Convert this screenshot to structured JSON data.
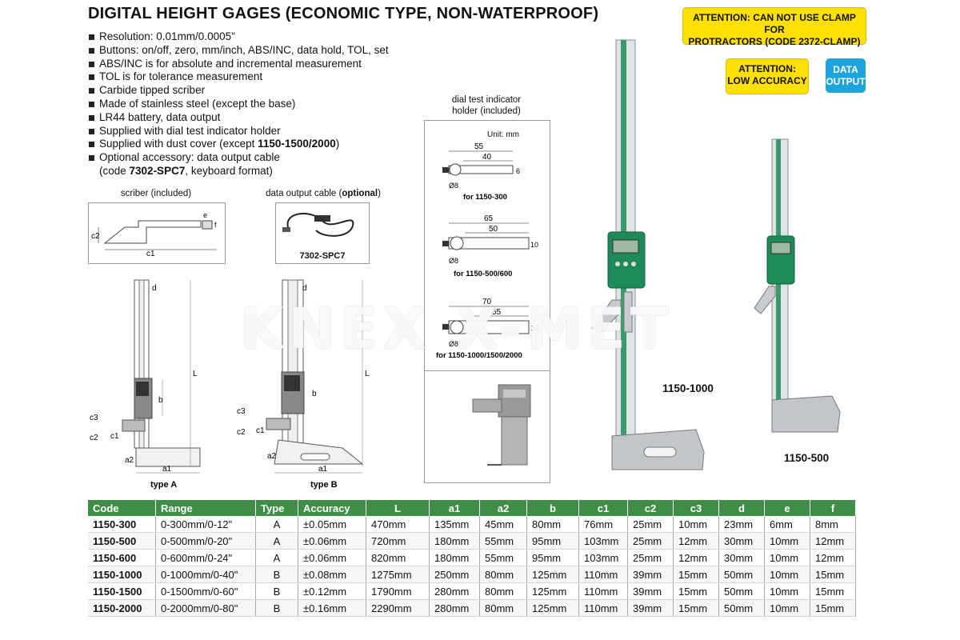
{
  "title": "DIGITAL HEIGHT GAGES (ECONOMIC TYPE, NON-WATERPROOF)",
  "badges": {
    "clamp_warning_line1": "ATTENTION: CAN NOT USE CLAMP FOR",
    "clamp_warning_line2": "PROTRACTORS (CODE 2372-CLAMP)",
    "low_accuracy_line1": "ATTENTION:",
    "low_accuracy_line2": "LOW ACCURACY",
    "data_output_line1": "DATA",
    "data_output_line2": "OUTPUT"
  },
  "features": [
    {
      "text": "Resolution: 0.01mm/0.0005\""
    },
    {
      "text": "Buttons: on/off, zero, mm/inch, ABS/INC, data hold, TOL, set"
    },
    {
      "text": "ABS/INC is for absolute and incremental measurement"
    },
    {
      "text": "TOL is for tolerance measurement"
    },
    {
      "text": "Carbide tipped scriber"
    },
    {
      "text": "Made of stainless steel (except the base)"
    },
    {
      "text": "LR44 battery, data output"
    },
    {
      "text": "Supplied with dial test indicator holder"
    },
    {
      "pre": "Supplied with dust cover (except ",
      "bold": "1150-1500/2000",
      "post": ")"
    },
    {
      "text": "Optional accessory: data output cable"
    },
    {
      "pre": "(code ",
      "bold": "7302-SPC7",
      "post": ", keyboard format)"
    }
  ],
  "scriber": {
    "caption": "scriber (included)",
    "labels": {
      "c1": "c1",
      "c2": "c2",
      "e": "e",
      "f": "f"
    }
  },
  "cable": {
    "caption_pre": "data output cable (",
    "caption_bold": "optional",
    "caption_post": ")",
    "code": "7302-SPC7"
  },
  "dial_holder": {
    "caption_line1": "dial test indicator",
    "caption_line2": "holder (included)",
    "unit": "Unit: mm",
    "variants": [
      {
        "outer": "55",
        "inner": "40",
        "height": "6",
        "dia": "Ø8",
        "label": "for 1150-300"
      },
      {
        "outer": "65",
        "inner": "50",
        "height": "10",
        "dia": "Ø8",
        "label": "for 1150-500/600"
      },
      {
        "outer": "70",
        "inner": "55",
        "height": "10",
        "dia": "Ø8",
        "label": "for 1150-1000/1500/2000"
      }
    ]
  },
  "drawings": {
    "type_a": "type A",
    "type_b": "type B",
    "labels": {
      "d": "d",
      "L": "L",
      "b": "b",
      "c1": "c1",
      "c2": "c2",
      "c3": "c3",
      "a1": "a1",
      "a2": "a2"
    }
  },
  "photos": {
    "large_label": "1150-1000",
    "small_label": "1150-500"
  },
  "watermark": "KNEX X-MET",
  "table": {
    "headers": [
      "Code",
      "Range",
      "Type",
      "Accuracy",
      "L",
      "a1",
      "a2",
      "b",
      "c1",
      "c2",
      "c3",
      "d",
      "e",
      "f"
    ],
    "rows": [
      [
        "1150-300",
        "0-300mm/0-12\"",
        "A",
        "±0.05mm",
        "470mm",
        "135mm",
        "45mm",
        "80mm",
        "76mm",
        "25mm",
        "10mm",
        "23mm",
        "6mm",
        "8mm"
      ],
      [
        "1150-500",
        "0-500mm/0-20\"",
        "A",
        "±0.06mm",
        "720mm",
        "180mm",
        "55mm",
        "95mm",
        "103mm",
        "25mm",
        "12mm",
        "30mm",
        "10mm",
        "12mm"
      ],
      [
        "1150-600",
        "0-600mm/0-24\"",
        "A",
        "±0.06mm",
        "820mm",
        "180mm",
        "55mm",
        "95mm",
        "103mm",
        "25mm",
        "12mm",
        "30mm",
        "10mm",
        "12mm"
      ],
      [
        "1150-1000",
        "0-1000mm/0-40\"",
        "B",
        "±0.08mm",
        "1275mm",
        "250mm",
        "80mm",
        "125mm",
        "110mm",
        "39mm",
        "15mm",
        "50mm",
        "10mm",
        "15mm"
      ],
      [
        "1150-1500",
        "0-1500mm/0-60\"",
        "B",
        "±0.12mm",
        "1790mm",
        "280mm",
        "80mm",
        "125mm",
        "110mm",
        "39mm",
        "15mm",
        "50mm",
        "10mm",
        "15mm"
      ],
      [
        "1150-2000",
        "0-2000mm/0-80\"",
        "B",
        "±0.16mm",
        "2290mm",
        "280mm",
        "80mm",
        "125mm",
        "110mm",
        "39mm",
        "15mm",
        "50mm",
        "10mm",
        "15mm"
      ]
    ]
  },
  "colors": {
    "table_header": "#3f8d47",
    "badge_yellow": "#ffe000",
    "badge_blue": "#1ea4dc",
    "gage_green": "#1e8a5a"
  }
}
